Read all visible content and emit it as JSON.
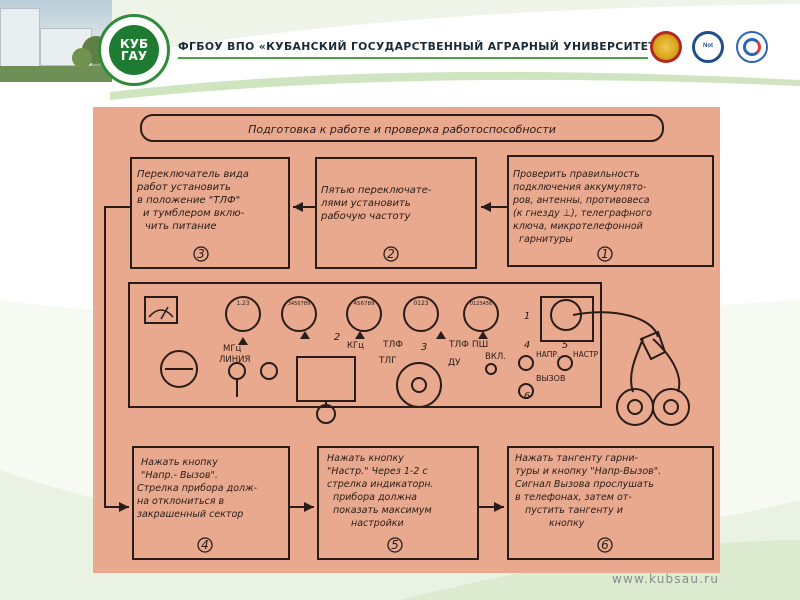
{
  "header": {
    "title": "ФГБОУ ВПО «КУБАНСКИЙ ГОСУДАРСТВЕННЫЙ АГРАРНЫЙ УНИВЕРСИТЕТ»",
    "logo_text": "КУБ ГАУ",
    "badge_2_text": "Not"
  },
  "colors": {
    "accent_green": "#4d9e45",
    "diagram_paper": "#e8a98f",
    "ink": "#2a1c18"
  },
  "diagram": {
    "title": "Подготовка к работе и проверка работоспособности",
    "steps_top": [
      {
        "lines": [
          "Переключатель вида",
          "работ установить",
          "в положение \"ТЛФ\"",
          "и тумблером вклю-",
          "чить питание"
        ],
        "number": "3"
      },
      {
        "lines": [
          "Пятью переключате-",
          "лями установить",
          "рабочую частоту"
        ],
        "number": "2"
      },
      {
        "lines": [
          "Проверить правильность",
          "подключения аккумулято-",
          "ров, антенны, противовеса",
          "(к гнезду ⊥), телеграфного",
          "ключа, микротелефонной",
          "гарнитуры"
        ],
        "number": "1"
      }
    ],
    "steps_bottom": [
      {
        "lines": [
          "Нажать кнопку",
          "\"Напр.- Вызов\".",
          "Стрелка прибора долж-",
          "на отклониться в",
          "закрашенный сектор"
        ],
        "number": "4"
      },
      {
        "lines": [
          "Нажать кнопку",
          "\"Настр.\" Через 1-2 с",
          "стрелка индикаторн.",
          "прибора должна",
          "показать максимум",
          "настройки"
        ],
        "number": "5"
      },
      {
        "lines": [
          "Нажать тангенту гарни-",
          "туры и кнопку \"Напр-Вызов\".",
          "Сигнал Вызова прослушать",
          "в телефонах, затем от-",
          "пустить тангенту и",
          "кнопку"
        ],
        "number": "6"
      }
    ],
    "panel_labels": {
      "mhz": "МГц",
      "line": "ЛИНИЯ",
      "khz": "КГц",
      "tlf": "ТЛФ",
      "tlf_psh": "ТЛФ ПШ",
      "tlg": "ТЛГ",
      "du": "ДУ",
      "vkl": "ВКЛ.",
      "napr": "НАПР.",
      "nastr": "НАСТР",
      "vyzov": "ВЫЗОВ",
      "dial_1": "1.23",
      "dial_2": "3456789",
      "dial_3": "456789",
      "dial_4": "0123",
      "dial_5": "0123456",
      "marker_1": "1",
      "marker_2": "2",
      "marker_3": "3",
      "marker_4": "4",
      "marker_5": "5",
      "marker_6": "6"
    }
  },
  "footer": {
    "url": "www.kubsau.ru"
  }
}
